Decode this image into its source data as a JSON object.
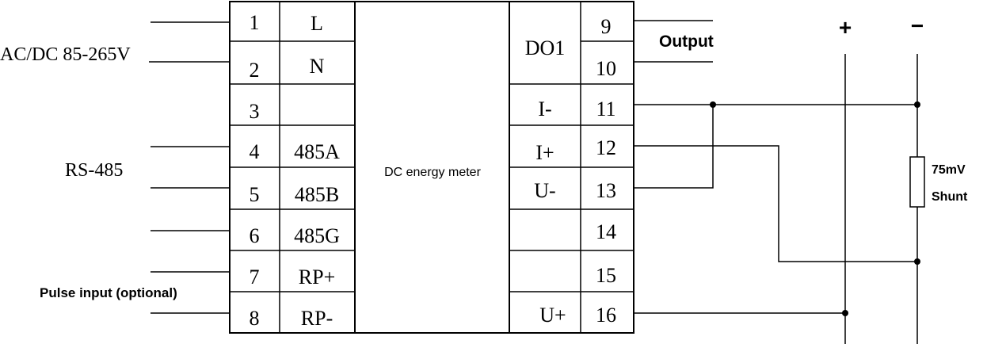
{
  "meter_label": "DC energy meter",
  "left_terminals": [
    {
      "num": "1",
      "label": "L"
    },
    {
      "num": "2",
      "label": "N"
    },
    {
      "num": "3",
      "label": ""
    },
    {
      "num": "4",
      "label": "485A"
    },
    {
      "num": "5",
      "label": "485B"
    },
    {
      "num": "6",
      "label": "485G"
    },
    {
      "num": "7",
      "label": "RP+"
    },
    {
      "num": "8",
      "label": "RP-"
    }
  ],
  "right_terminals": [
    {
      "num": "9",
      "label": "DO1"
    },
    {
      "num": "10",
      "label": ""
    },
    {
      "num": "11",
      "label": "I-"
    },
    {
      "num": "12",
      "label": "I+"
    },
    {
      "num": "13",
      "label": "U-"
    },
    {
      "num": "14",
      "label": ""
    },
    {
      "num": "15",
      "label": ""
    },
    {
      "num": "16",
      "label": "U+"
    }
  ],
  "external_labels": {
    "power": "AC/DC 85-265V",
    "rs485": "RS-485",
    "pulse": "Pulse input (optional)",
    "output": "Output",
    "plus": "+",
    "minus": "−",
    "shunt_value": "75mV",
    "shunt_name": "Shunt"
  }
}
